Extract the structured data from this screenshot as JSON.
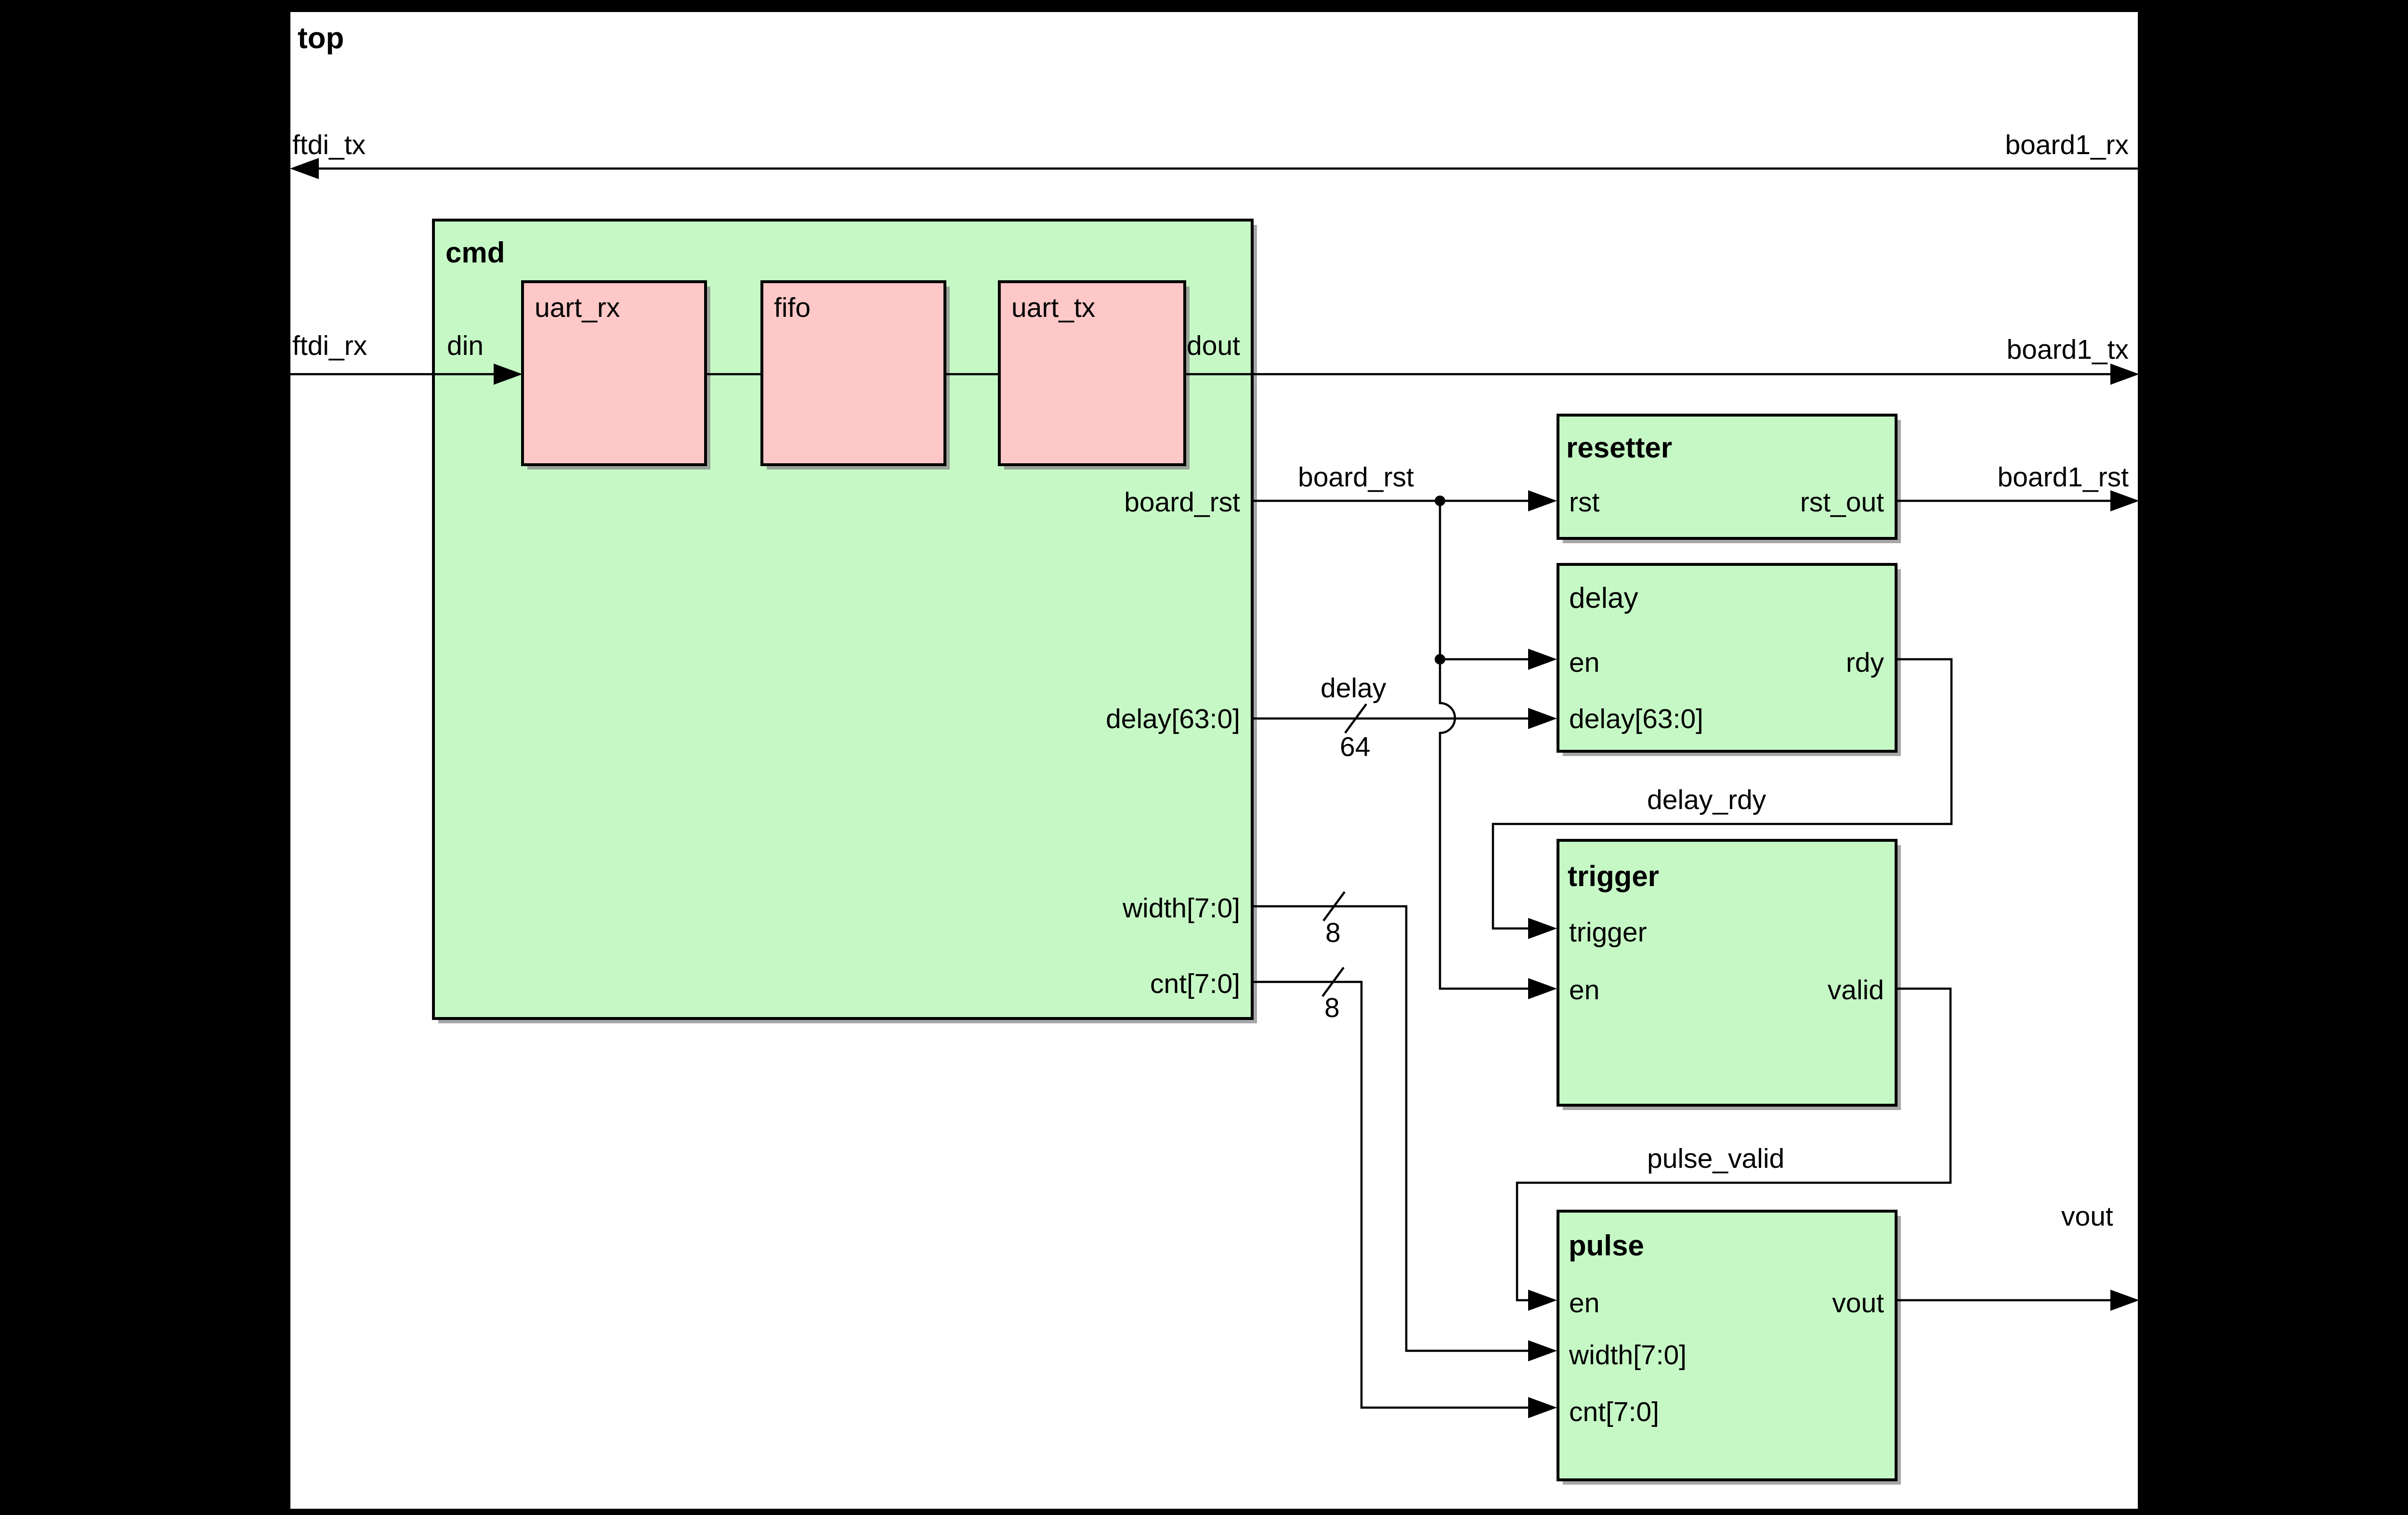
{
  "diagram": {
    "title": "top",
    "io_labels": {
      "ftdi_tx": "ftdi_tx",
      "board1_rx": "board1_rx",
      "ftdi_rx": "ftdi_rx",
      "board1_tx": "board1_tx",
      "board1_rst": "board1_rst",
      "vout": "vout"
    },
    "nets": {
      "board_rst": "board_rst",
      "delay_name": "delay",
      "delay_width": "64",
      "width_bits": "8",
      "cnt_bits": "8",
      "delay_rdy": "delay_rdy",
      "pulse_valid": "pulse_valid"
    },
    "cmd": {
      "title": "cmd",
      "ports": {
        "din": "din",
        "dout": "dout",
        "board_rst": "board_rst",
        "delay": "delay[63:0]",
        "width": "width[7:0]",
        "cnt": "cnt[7:0]"
      },
      "blocks": {
        "uart_rx": "uart_rx",
        "fifo": "fifo",
        "uart_tx": "uart_tx"
      }
    },
    "resetter": {
      "title": "resetter",
      "ports": {
        "rst": "rst",
        "rst_out": "rst_out"
      }
    },
    "delay": {
      "title": "delay",
      "ports": {
        "en": "en",
        "rdy": "rdy",
        "delay": "delay[63:0]"
      }
    },
    "trigger": {
      "title": "trigger",
      "ports": {
        "trigger": "trigger",
        "en": "en",
        "valid": "valid"
      }
    },
    "pulse": {
      "title": "pulse",
      "ports": {
        "en": "en",
        "width": "width[7:0]",
        "cnt": "cnt[7:0]",
        "vout": "vout"
      }
    },
    "colors": {
      "module_fill": "#c6f8c6",
      "leaf_fill": "#ffc8c8",
      "canvas": "#ffffff",
      "backdrop": "#000000",
      "wire": "#000000",
      "shadow": "#8a8a8a"
    }
  }
}
